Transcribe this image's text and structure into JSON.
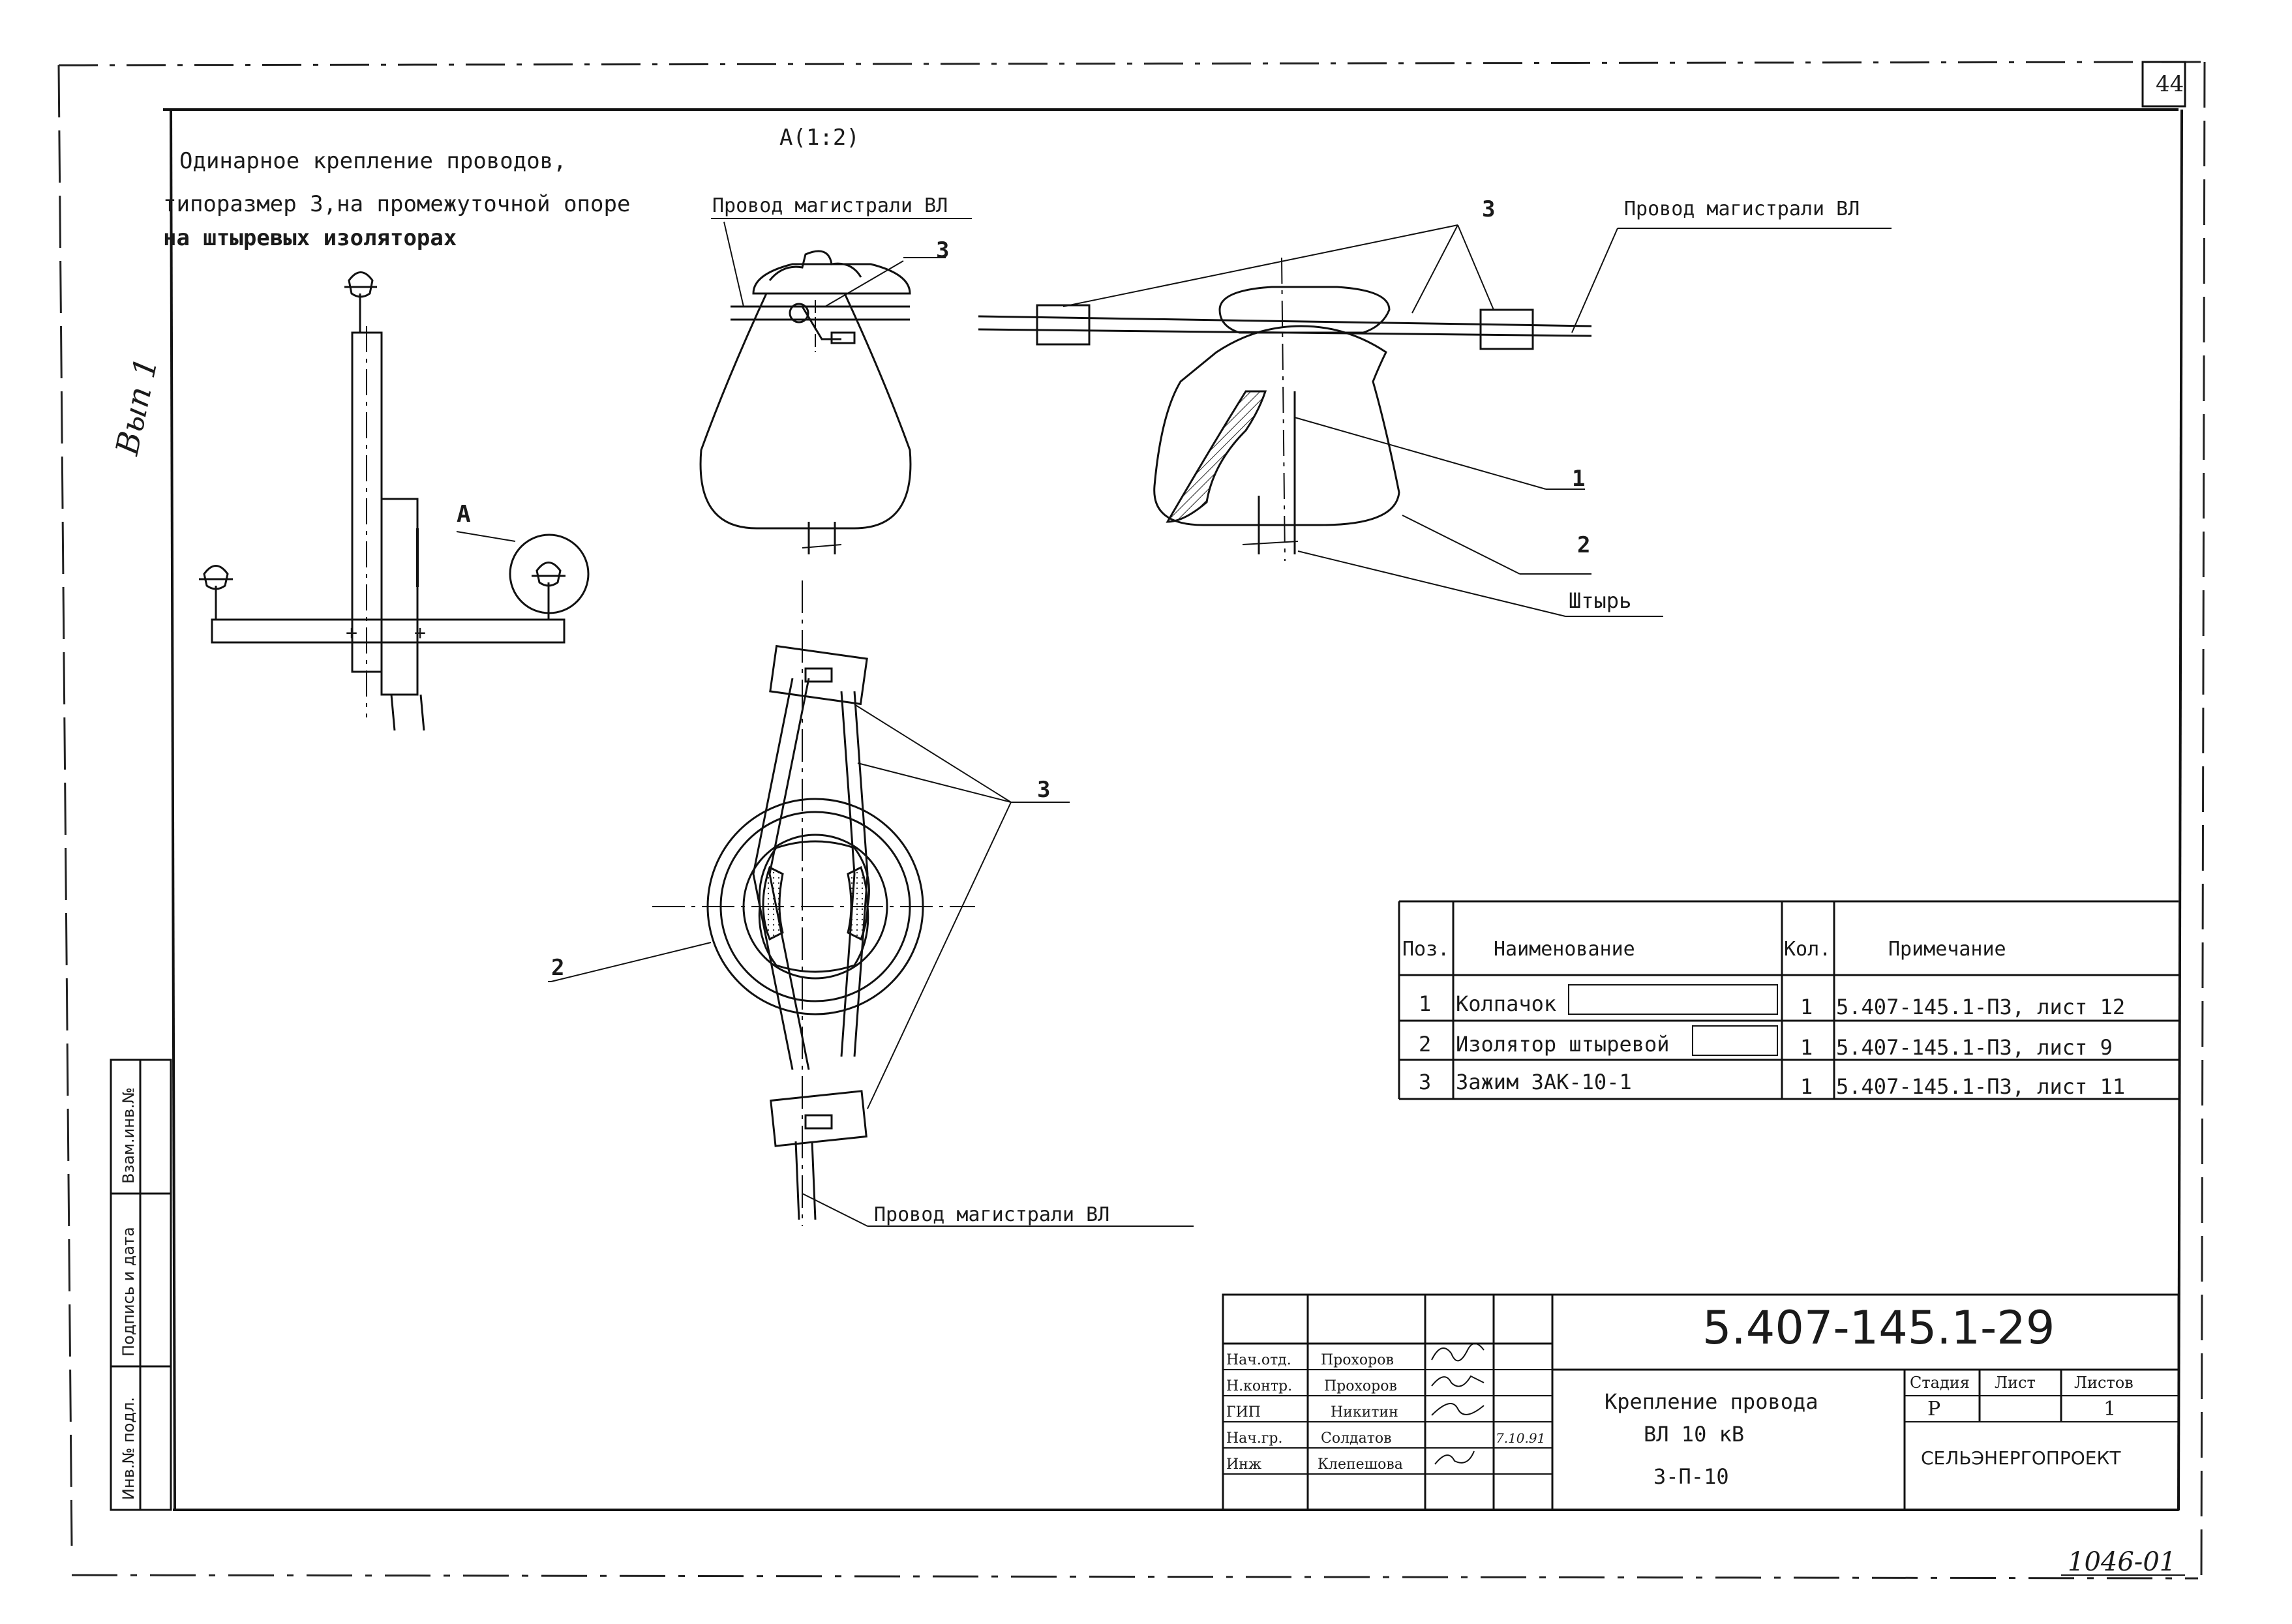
{
  "sheet": {
    "page_number": "44",
    "handwritten_mark": "Вып 1",
    "footer_handwritten": "1046-01"
  },
  "title": {
    "line1": "Одинарное крепление проводов,",
    "line2": "типоразмер 3,на промежуточной опоре",
    "line3": "на штыревых изоляторах"
  },
  "views": {
    "detail_label": "А(1:2)",
    "callout_a": "А"
  },
  "callouts": {
    "wire_main_top_left": "Провод магистрали ВЛ",
    "wire_main_top_right": "Провод магистрали ВЛ",
    "wire_main_bottom": "Провод магистрали ВЛ",
    "pos3_a": "3",
    "pos3_b": "3",
    "pos3_c": "3",
    "pos1": "1",
    "pos2_right": "2",
    "pos2_left": "2",
    "pin": "Штырь"
  },
  "spec_table": {
    "headers": [
      "Поз.",
      "Наименование",
      "Кол.",
      "Примечание"
    ],
    "rows": [
      {
        "pos": "1",
        "name": "Колпачок",
        "qty": "1",
        "note": "5.407-145.1-ПЗ, лист 12"
      },
      {
        "pos": "2",
        "name": "Изолятор штыревой",
        "qty": "1",
        "note": "5.407-145.1-ПЗ, лист 9"
      },
      {
        "pos": "3",
        "name": "Зажим ЗАК-10-1",
        "qty": "1",
        "note": "5.407-145.1-ПЗ, лист 11"
      }
    ]
  },
  "title_block": {
    "doc_code": "5.407-145.1-29",
    "description_line1": "Крепление провода",
    "description_line2": "ВЛ 10 кВ",
    "description_line3": "3-П-10",
    "stage_label": "Стадия",
    "sheet_label": "Лист",
    "sheets_label": "Листов",
    "stage_value": "Р",
    "sheets_value": "1",
    "organization": "СЕЛЬЭНЕРГОПРОЕКТ",
    "roles": [
      {
        "role": "Нач.отд.",
        "name": "Прохоров"
      },
      {
        "role": "Н.контр.",
        "name": "Прохоров"
      },
      {
        "role": "ГИП",
        "name": "Никитин"
      },
      {
        "role": "Нач.гр.",
        "name": "Солдатов",
        "date": "7.10.91"
      },
      {
        "role": "Инж",
        "name": "Клепешова"
      }
    ]
  },
  "side_stamp": {
    "col1": "Инв.№ подл.",
    "col2": "Подпись и дата",
    "col3": "Взам.инв.№"
  }
}
